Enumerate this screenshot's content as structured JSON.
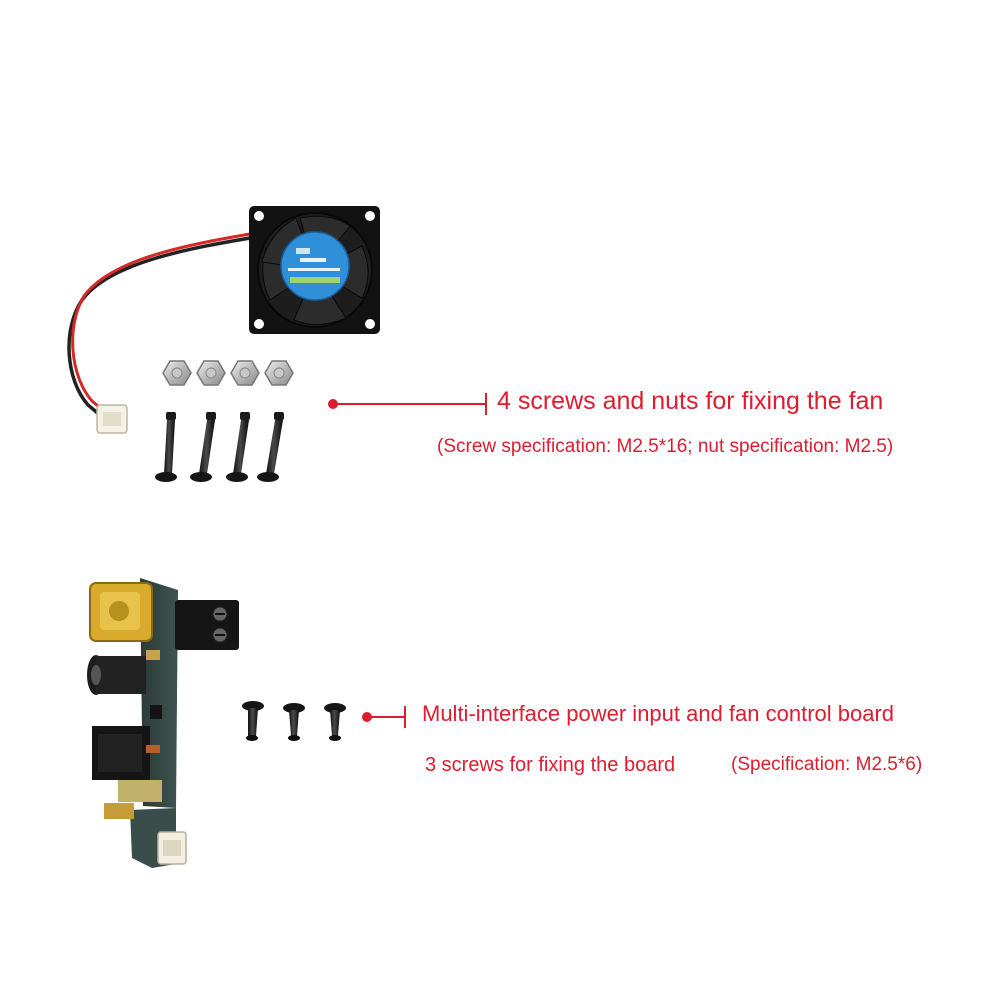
{
  "accent_color": "#dd1c2f",
  "fan_section": {
    "callout_title": "4 screws and nuts for fixing the fan",
    "callout_spec": "(Screw specification: M2.5*16; nut specification: M2.5)"
  },
  "board_section": {
    "callout_title": "Multi-interface power input and fan control board",
    "callout_screws": "3 screws for fixing the board",
    "callout_spec": "(Specification: M2.5*6)"
  }
}
